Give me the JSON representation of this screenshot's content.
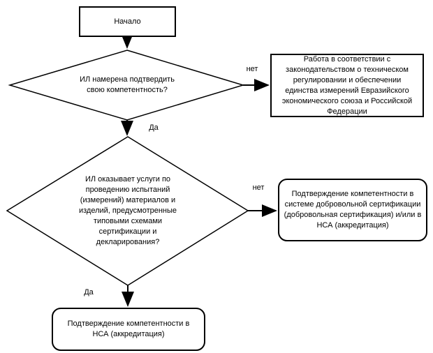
{
  "flowchart": {
    "nodes": {
      "start": {
        "label": "Начало",
        "shape": "rectangle"
      },
      "decision1": {
        "label": "ИЛ намерена подтвердить свою компетентность?",
        "shape": "diamond"
      },
      "outcome_law": {
        "label": "Работа в соответствии с законодательством о техническом регулировании и обеспечении единства измерений Евразийского экономического союза и Российской Федерации",
        "shape": "rectangle"
      },
      "decision2": {
        "label": "ИЛ оказывает услуги по проведению испытаний (измерений) материалов и изделий, предусмотренные типовыми схемами сертификации и декларирования?",
        "shape": "diamond"
      },
      "outcome_voluntary": {
        "label": "Подтверждение компетентности в системе добровольной сертификации (добровольная сертификация) и/или в НСА (аккредитация)",
        "shape": "rounded-rectangle"
      },
      "outcome_nsa": {
        "label": "Подтверждение компетентности в НСА (аккредитация)",
        "shape": "rounded-rectangle"
      }
    },
    "edges": {
      "decision1_no_label": "нет",
      "decision1_yes_label": "Да",
      "decision2_no_label": "нет",
      "decision2_yes_label": "Да"
    },
    "colors": {
      "background": "#ffffff",
      "stroke": "#000000",
      "text": "#000000",
      "node_fill": "#ffffff"
    }
  }
}
